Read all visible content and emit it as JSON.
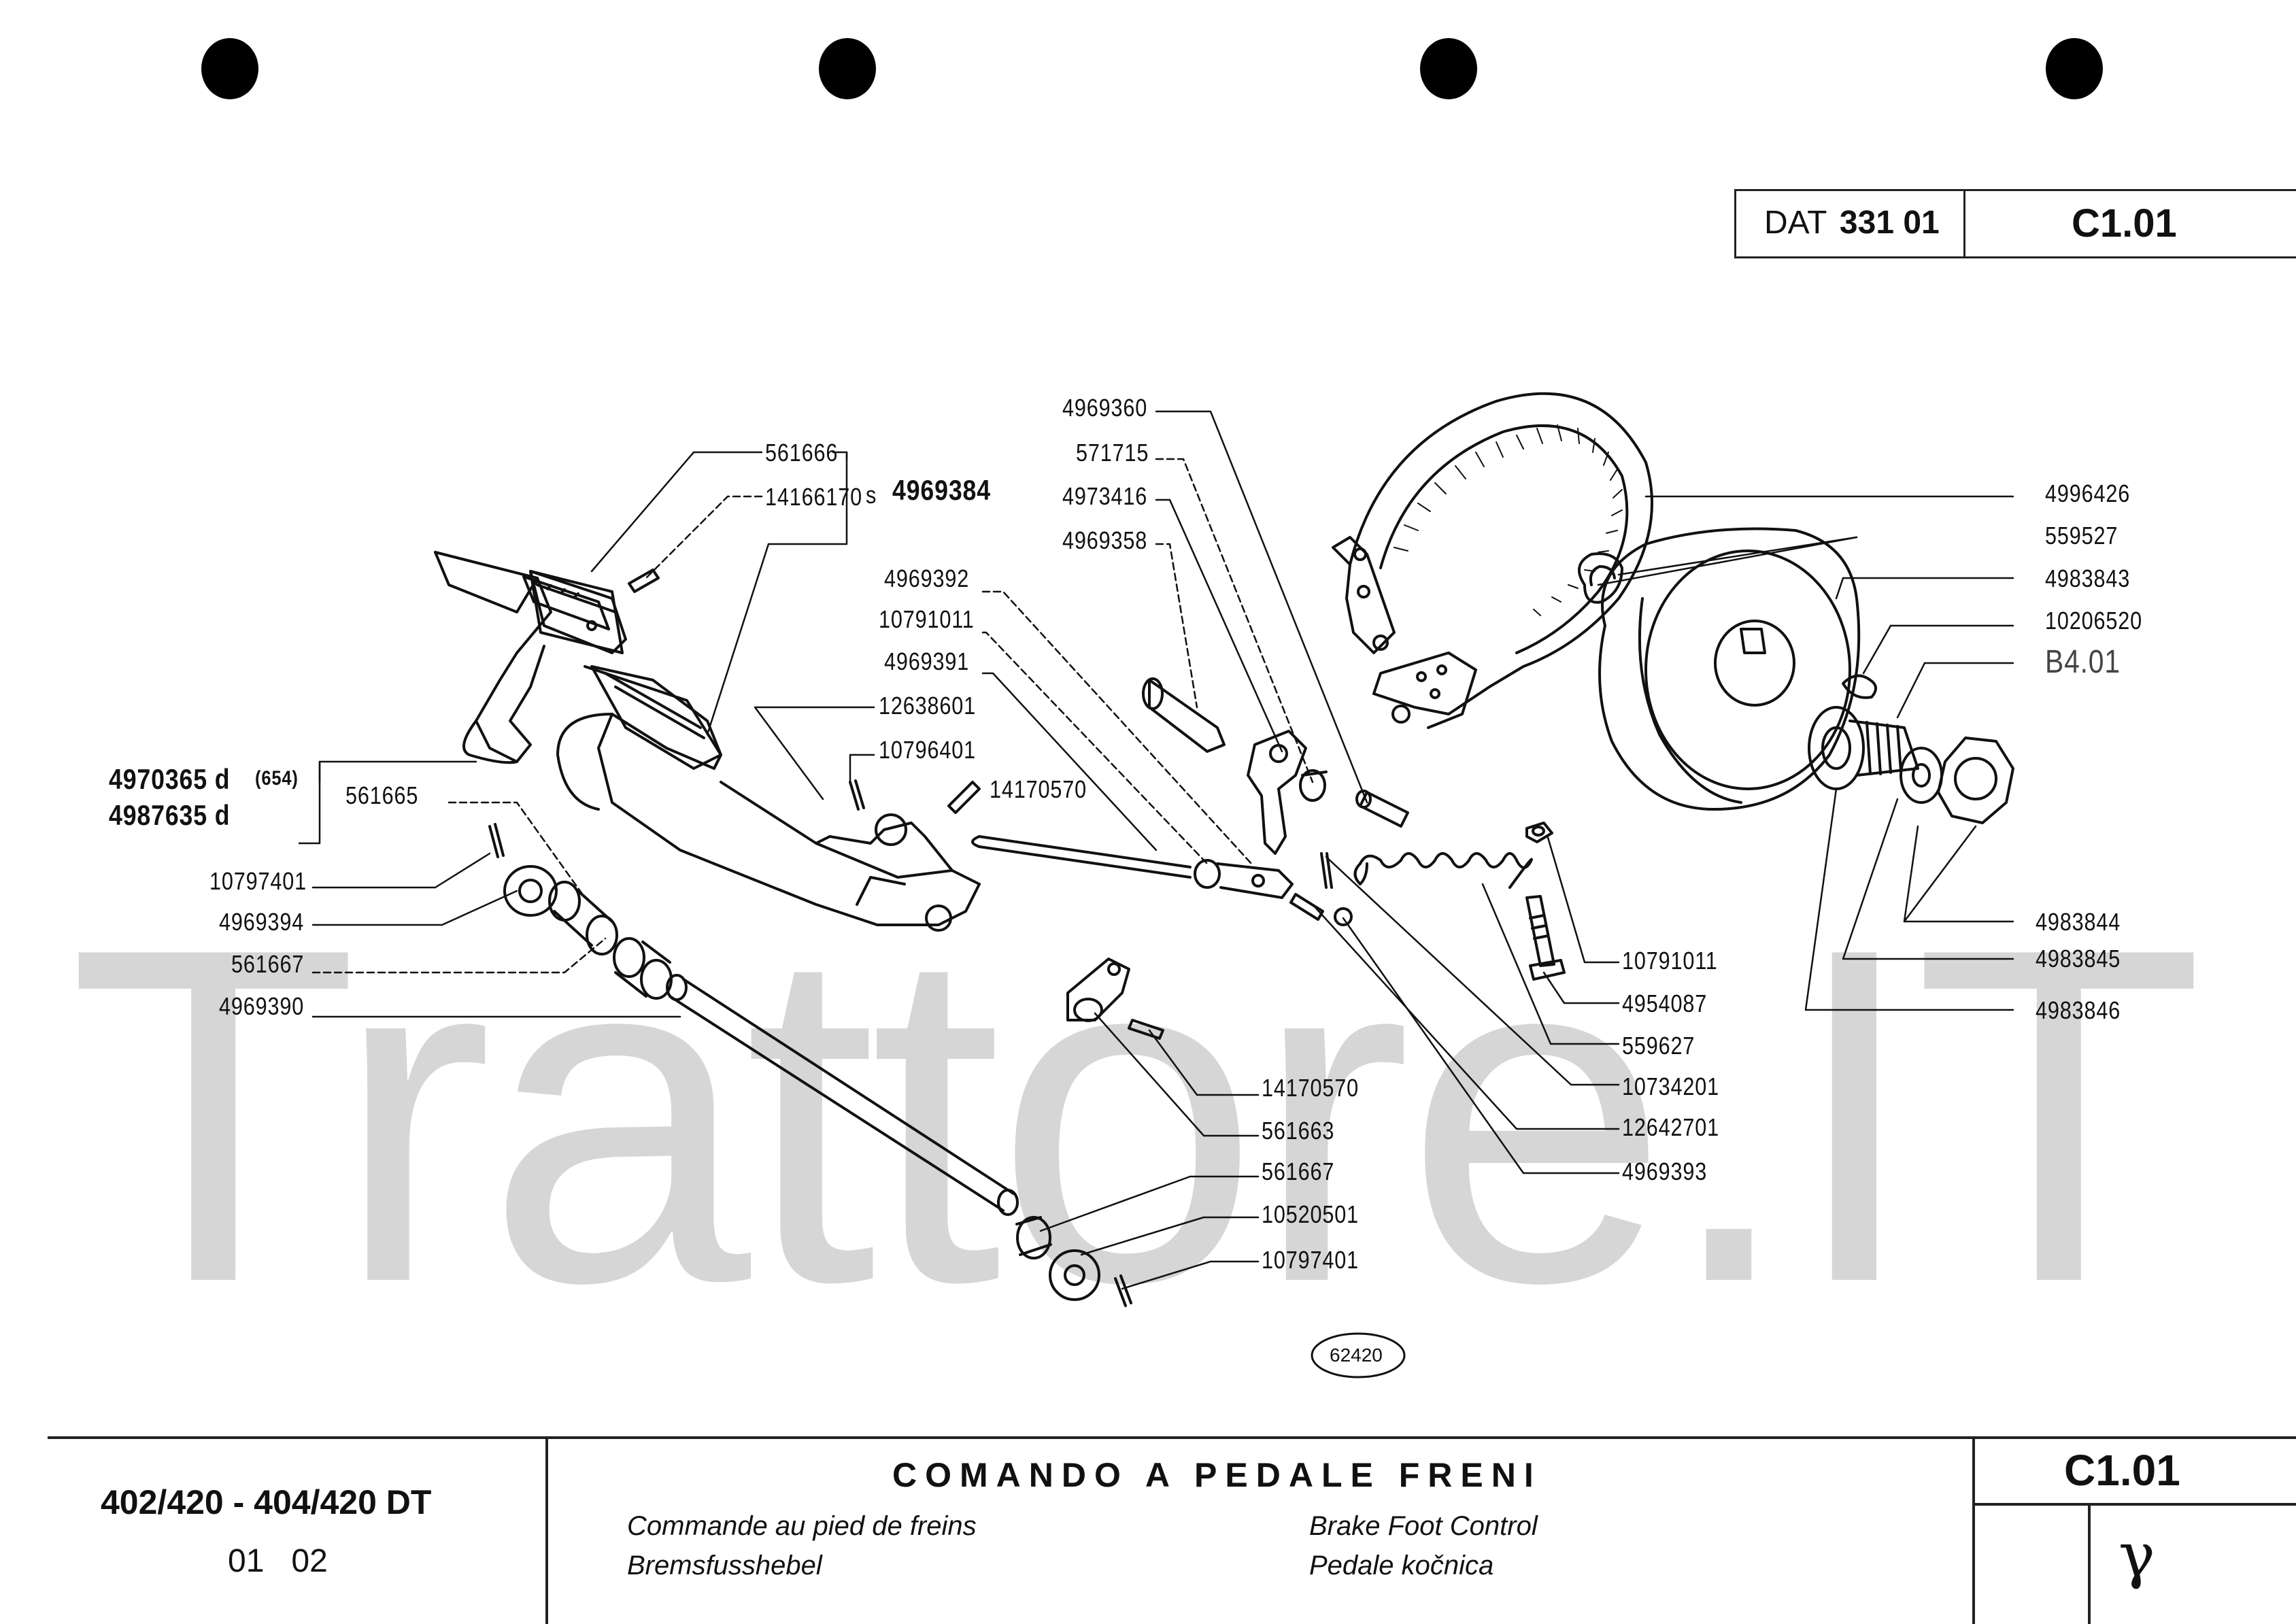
{
  "header": {
    "code_prefix": "DAT",
    "code_number": "331 01",
    "page_ref": "C1.01"
  },
  "watermark": "Trattore.IT",
  "parts": {
    "p561666a": "561666",
    "p14166170": "14166170",
    "s_marker": "s",
    "p4969384": "4969384",
    "p4970365": "4970365 d",
    "p654": "(654)",
    "p4987635": "4987635 d",
    "p561665": "561665",
    "p10797401a": "10797401",
    "p4969394": "4969394",
    "p561667a": "561667",
    "p4969390": "4969390",
    "p4969392": "4969392",
    "p10791011a": "10791011",
    "p4969391": "4969391",
    "p12638601": "12638601",
    "p10796401": "10796401",
    "p14170570a": "14170570",
    "p4969360": "4969360",
    "p571715": "571715",
    "p4973416": "4973416",
    "p4969358": "4969358",
    "p4996426": "4996426",
    "p559527a": "559527",
    "p4983843": "4983843",
    "p10206520": "10206520",
    "pB401": "B4.01",
    "p10791011b": "10791011",
    "p4954087": "4954087",
    "p559627": "559627",
    "p10734201": "10734201",
    "p12642701": "12642701",
    "p4969393": "4969393",
    "p4983844": "4983844",
    "p4983845": "4983845",
    "p4983846": "4983846",
    "p14170570b": "14170570",
    "p561663": "561663",
    "p561667b": "561667",
    "p10520501": "10520501",
    "p10797401b": "10797401",
    "drawing_no": "62420"
  },
  "footer": {
    "models": "402/420 - 404/420 DT",
    "date": "01   02",
    "title_it": "COMANDO A PEDALE FRENI",
    "title_fr": "Commande au pied de freins",
    "title_en": "Brake Foot Control",
    "title_de": "Bremsfusshebel",
    "title_hr": "Pedale kočnica",
    "page_ref": "C1.01",
    "mark": "γ"
  }
}
